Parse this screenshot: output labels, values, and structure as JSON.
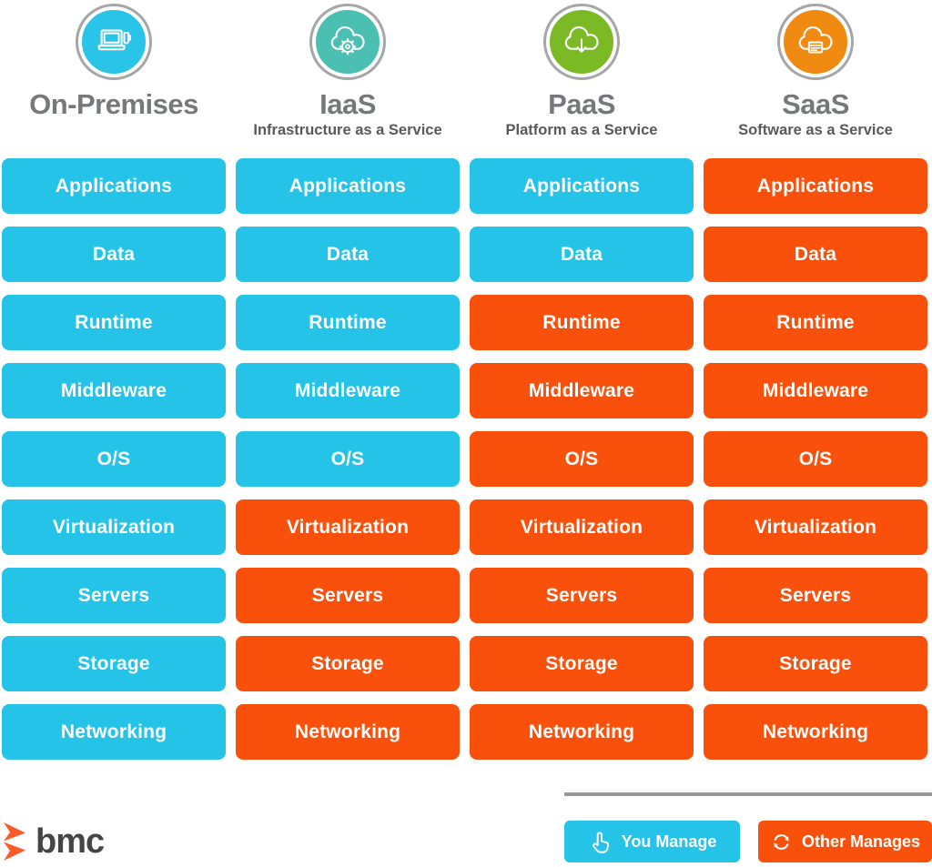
{
  "header": {
    "columns": [
      {
        "title": "On-Premises",
        "subtitle": "",
        "icon": "laptop-mug-icon",
        "circle_color": "#2ac4e8"
      },
      {
        "title": "IaaS",
        "subtitle": "Infrastructure as a Service",
        "icon": "cloud-gear-icon",
        "circle_color": "#4bbfb2"
      },
      {
        "title": "PaaS",
        "subtitle": "Platform as a Service",
        "icon": "cloud-download-icon",
        "circle_color": "#7cba25"
      },
      {
        "title": "SaaS",
        "subtitle": "Software as a Service",
        "icon": "cloud-app-icon",
        "circle_color": "#f18a10"
      }
    ]
  },
  "stack": {
    "row_labels": [
      "Applications",
      "Data",
      "Runtime",
      "Middleware",
      "O/S",
      "Virtualization",
      "Servers",
      "Storage",
      "Networking"
    ],
    "columns": [
      {
        "name": "on-premises",
        "cells": [
          {
            "label": "Applications",
            "managed": "you"
          },
          {
            "label": "Data",
            "managed": "you"
          },
          {
            "label": "Runtime",
            "managed": "you"
          },
          {
            "label": "Middleware",
            "managed": "you"
          },
          {
            "label": "O/S",
            "managed": "you"
          },
          {
            "label": "Virtualization",
            "managed": "you"
          },
          {
            "label": "Servers",
            "managed": "you"
          },
          {
            "label": "Storage",
            "managed": "you"
          },
          {
            "label": "Networking",
            "managed": "you"
          }
        ]
      },
      {
        "name": "iaas",
        "cells": [
          {
            "label": "Applications",
            "managed": "you"
          },
          {
            "label": "Data",
            "managed": "you"
          },
          {
            "label": "Runtime",
            "managed": "you"
          },
          {
            "label": "Middleware",
            "managed": "you"
          },
          {
            "label": "O/S",
            "managed": "you"
          },
          {
            "label": "Virtualization",
            "managed": "other"
          },
          {
            "label": "Servers",
            "managed": "other"
          },
          {
            "label": "Storage",
            "managed": "other"
          },
          {
            "label": "Networking",
            "managed": "other"
          }
        ]
      },
      {
        "name": "paas",
        "cells": [
          {
            "label": "Applications",
            "managed": "you"
          },
          {
            "label": "Data",
            "managed": "you"
          },
          {
            "label": "Runtime",
            "managed": "other"
          },
          {
            "label": "Middleware",
            "managed": "other"
          },
          {
            "label": "O/S",
            "managed": "other"
          },
          {
            "label": "Virtualization",
            "managed": "other"
          },
          {
            "label": "Servers",
            "managed": "other"
          },
          {
            "label": "Storage",
            "managed": "other"
          },
          {
            "label": "Networking",
            "managed": "other"
          }
        ]
      },
      {
        "name": "saas",
        "cells": [
          {
            "label": "Applications",
            "managed": "other"
          },
          {
            "label": "Data",
            "managed": "other"
          },
          {
            "label": "Runtime",
            "managed": "other"
          },
          {
            "label": "Middleware",
            "managed": "other"
          },
          {
            "label": "O/S",
            "managed": "other"
          },
          {
            "label": "Virtualization",
            "managed": "other"
          },
          {
            "label": "Servers",
            "managed": "other"
          },
          {
            "label": "Storage",
            "managed": "other"
          },
          {
            "label": "Networking",
            "managed": "other"
          }
        ]
      }
    ]
  },
  "legend": {
    "you_manage_label": "You Manage",
    "other_manages_label": "Other Manages"
  },
  "branding": {
    "logo_text": "bmc"
  },
  "colors": {
    "you_manage": "#26c3e8",
    "other_manages": "#f9510c",
    "iaas_circle": "#4bbfb2",
    "paas_circle": "#7cba25",
    "saas_circle": "#f18a10",
    "onprem_circle": "#2ac4e8",
    "title_gray": "#77787b",
    "subtitle_gray": "#58595b"
  }
}
